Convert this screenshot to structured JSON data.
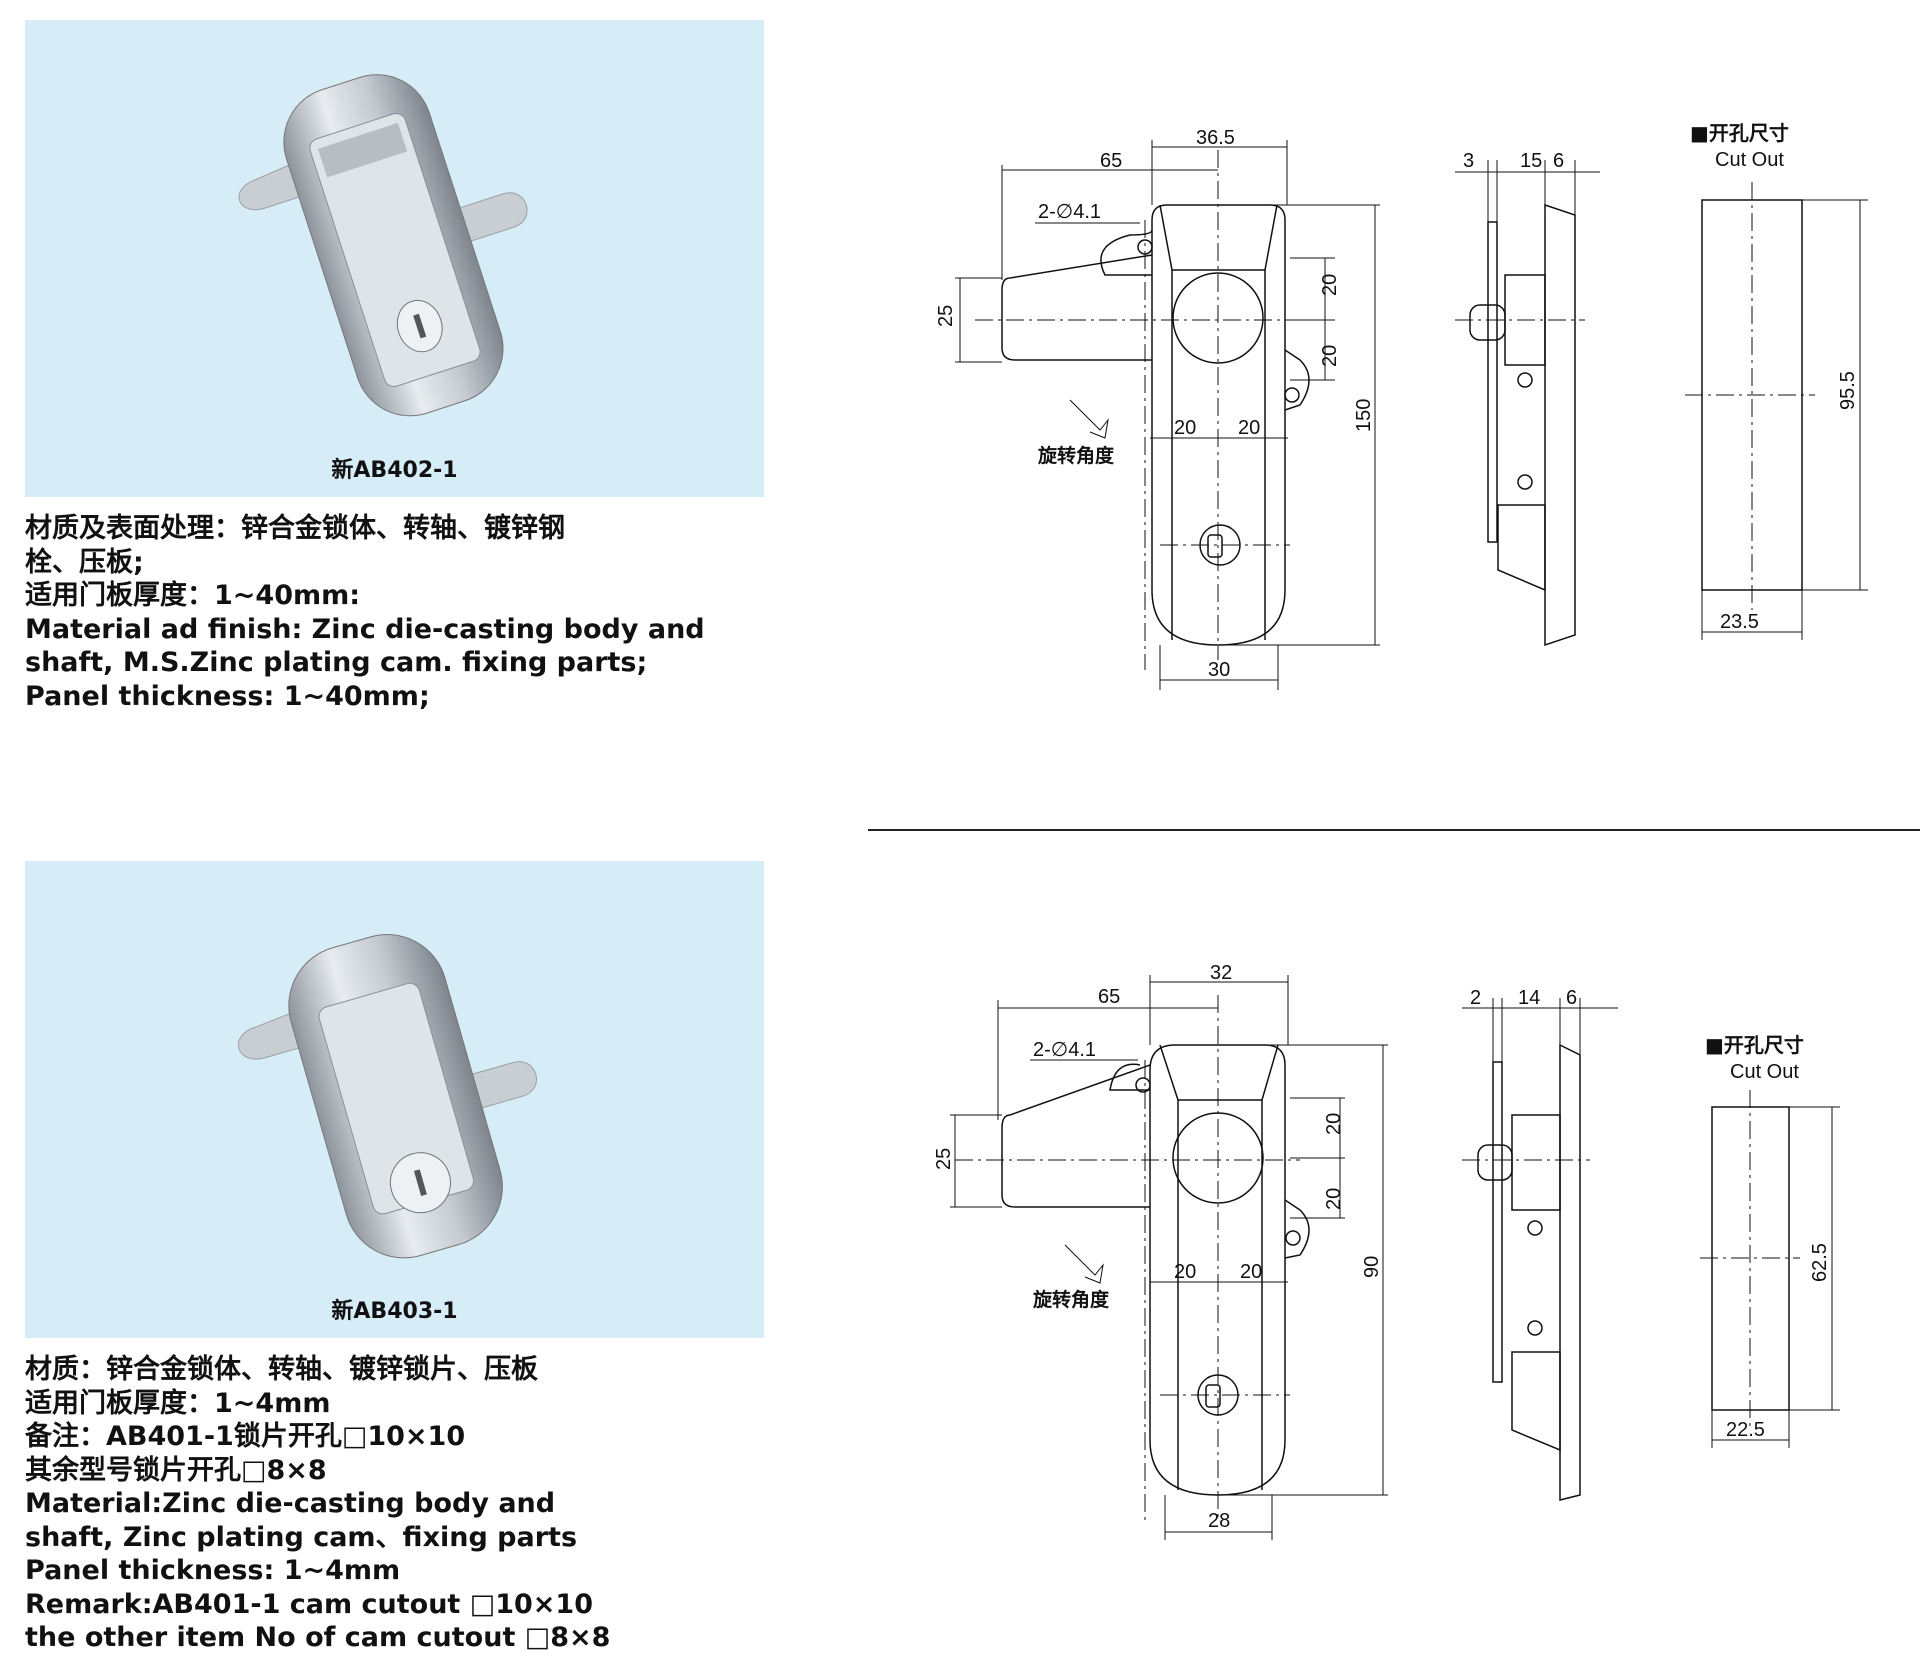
{
  "products": [
    {
      "model_label": "新AB402-1",
      "description_lines": [
        "材质及表面处理：锌合金锁体、转轴、镀锌钢",
        "栓、压板;",
        "适用门板厚度：1~40mm:",
        "Material ad finish: Zinc die-casting body and",
        "shaft, M.S.Zinc plating cam. fixing parts;",
        "Panel thickness: 1~40mm;"
      ],
      "drawing": {
        "front_dims": {
          "handle_offset": "65",
          "body_width_top": "36.5",
          "holes": "2-∅4.1",
          "handle_height": "25",
          "upper_gap_1": "20",
          "upper_gap_2": "20",
          "center_left": "20",
          "center_right": "20",
          "overall_height": "150",
          "bottom_width": "30",
          "rotation_note": "旋转角度"
        },
        "side_dims": {
          "d1": "3",
          "d2": "15",
          "d3": "6"
        },
        "cutout": {
          "title_cn": "■开孔尺寸",
          "title_en": "Cut Out",
          "height": "95.5",
          "width": "23.5"
        }
      }
    },
    {
      "model_label": "新AB403-1",
      "description_lines": [
        "材质：锌合金锁体、转轴、镀锌锁片、压板",
        "适用门板厚度：1~4mm",
        "备注：AB401-1锁片开孔□10×10",
        "其余型号锁片开孔□8×8",
        "Material:Zinc die-casting body and",
        "shaft, Zinc plating cam、fixing parts",
        "Panel thickness: 1~4mm",
        "Remark:AB401-1 cam cutout □10×10",
        "the other item No of cam cutout □8×8"
      ],
      "drawing": {
        "front_dims": {
          "handle_offset": "65",
          "body_width_top": "32",
          "holes": "2-∅4.1",
          "handle_height": "25",
          "upper_gap_1": "20",
          "upper_gap_2": "20",
          "center_left": "20",
          "center_right": "20",
          "overall_height": "90",
          "bottom_width": "28",
          "rotation_note": "旋转角度"
        },
        "side_dims": {
          "d1": "2",
          "d2": "14",
          "d3": "6"
        },
        "cutout": {
          "title_cn": "■开孔尺寸",
          "title_en": "Cut Out",
          "height": "62.5",
          "width": "22.5"
        }
      }
    }
  ]
}
